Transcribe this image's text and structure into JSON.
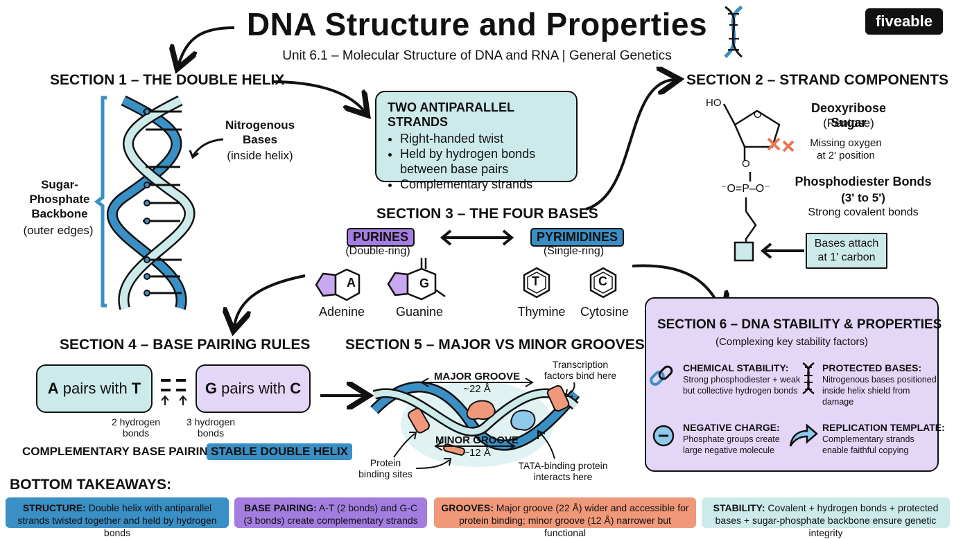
{
  "header": {
    "title": "DNA Structure and Properties",
    "subtitle": "Unit 6.1 – Molecular Structure of DNA and RNA | General Genetics",
    "logo": "fiveable"
  },
  "section1": {
    "heading": "SECTION 1 – THE DOUBLE HELIX",
    "bases_label": "Nitrogenous Bases",
    "bases_sub": "(inside helix)",
    "backbone_label": "Sugar-Phosphate Backbone",
    "backbone_sub": "(outer edges)",
    "antiparallel_title": "TWO ANTIPARALLEL STRANDS",
    "antiparallel_points": [
      "Right-handed twist",
      "Held by hydrogen bonds between base pairs",
      "Complementary strands"
    ]
  },
  "section2": {
    "heading": "SECTION 2 – STRAND COMPONENTS",
    "ho_label": "HO",
    "o_label": "O",
    "o2_label": "O",
    "phosphate_label": "⁻O=P–O⁻",
    "sugar_title": "Deoxyribose Sugar",
    "sugar_sub": "(Pentose)",
    "missing_oxygen": "Missing oxygen at 2' position",
    "bond_title": "Phosphodiester Bonds",
    "bond_sub": "(3' to 5')",
    "bond_desc": "Strong covalent bonds",
    "attach_label": "Bases attach at 1' carbon"
  },
  "section3": {
    "heading": "SECTION 3 – THE FOUR BASES",
    "purines": "PURINES",
    "purines_sub": "(Double-ring)",
    "pyrimidines": "PYRIMIDINES",
    "pyrimidines_sub": "(Single-ring)",
    "bases": [
      {
        "letter": "A",
        "name": "Adenine"
      },
      {
        "letter": "G",
        "name": "Guanine"
      },
      {
        "letter": "T",
        "name": "Thymine"
      },
      {
        "letter": "C",
        "name": "Cytosine"
      }
    ]
  },
  "section4": {
    "heading": "SECTION 4 – BASE PAIRING RULES",
    "at_prefix": "A",
    "at_mid": " pairs with ",
    "at_suffix": "T",
    "gc_prefix": "G",
    "gc_mid": " pairs with ",
    "gc_suffix": "C",
    "two_bonds": "2 hydrogen bonds",
    "three_bonds": "3 hydrogen bonds",
    "complementary": "COMPLEMENTARY BASE PAIRING =",
    "stable": "STABLE DOUBLE HELIX"
  },
  "section5": {
    "heading": "SECTION 5 – MAJOR VS MINOR GROOVES",
    "major": "MAJOR GROOVE",
    "major_size": "~22 Å",
    "minor": "MINOR GROOVE",
    "minor_size": "~12 Å",
    "transcription": "Transcription factors bind here",
    "protein_sites": "Protein binding sites",
    "tata": "TATA-binding protein interacts here"
  },
  "section6": {
    "heading": "SECTION 6 – DNA STABILITY & PROPERTIES",
    "sub": "(Complexing key stability factors)",
    "features": [
      {
        "title": "CHEMICAL STABILITY:",
        "desc": "Strong phosphodiester + weak but collective hydrogen bonds"
      },
      {
        "title": "PROTECTED BASES:",
        "desc": "Nitrogenous bases positioned inside helix shield from damage"
      },
      {
        "title": "NEGATIVE CHARGE:",
        "desc": "Phosphate groups create large negative molecule"
      },
      {
        "title": "REPLICATION TEMPLATE:",
        "desc": "Complementary strands enable faithful copying"
      }
    ]
  },
  "takeaways": {
    "heading": "BOTTOM TAKEAWAYS:",
    "items": [
      {
        "key": "STRUCTURE:",
        "text": " Double helix with antiparallel strands twisted together and held by hydrogen bonds"
      },
      {
        "key": "BASE PAIRING:",
        "text": " A-T (2 bonds) and G-C (3 bonds) create complementary strands"
      },
      {
        "key": "GROOVES:",
        "text": " Major groove (22 Å) wider and accessible for protein binding; minor groove (12 Å) narrower but functional"
      },
      {
        "key": "STABILITY:",
        "text": " Covalent + hydrogen bonds + protected bases + sugar-phosphate backbone ensure genetic integrity"
      }
    ]
  },
  "colors": {
    "teal": "#cdeaea",
    "lavender": "#e4d6f7",
    "purple": "#a47de0",
    "blue": "#3a8fc4",
    "salmon": "#f0987a",
    "dark": "#111111"
  }
}
